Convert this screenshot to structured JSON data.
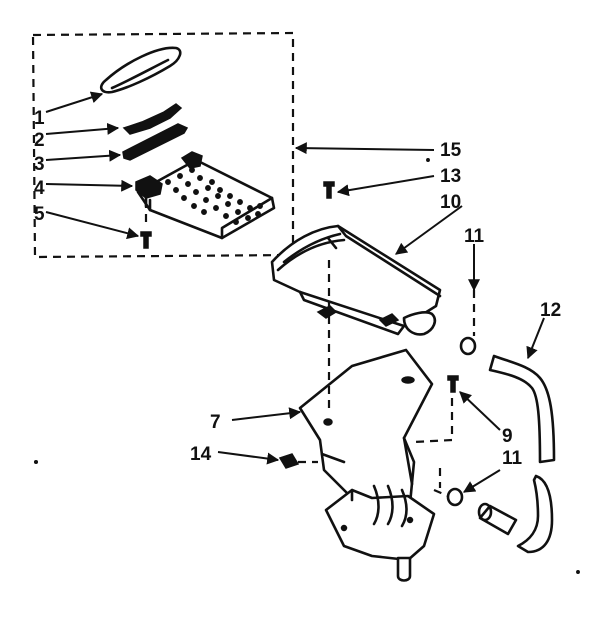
{
  "labels": {
    "p1": "1",
    "p2": "2",
    "p3": "3",
    "p4": "4",
    "p5": "5",
    "p7": "7",
    "p9": "9",
    "p10": "10",
    "p11a": "11",
    "p11b": "11",
    "p12": "12",
    "p13": "13",
    "p14": "14",
    "p15": "15"
  },
  "colors": {
    "ink": "#111111",
    "paper": "#ffffff"
  }
}
